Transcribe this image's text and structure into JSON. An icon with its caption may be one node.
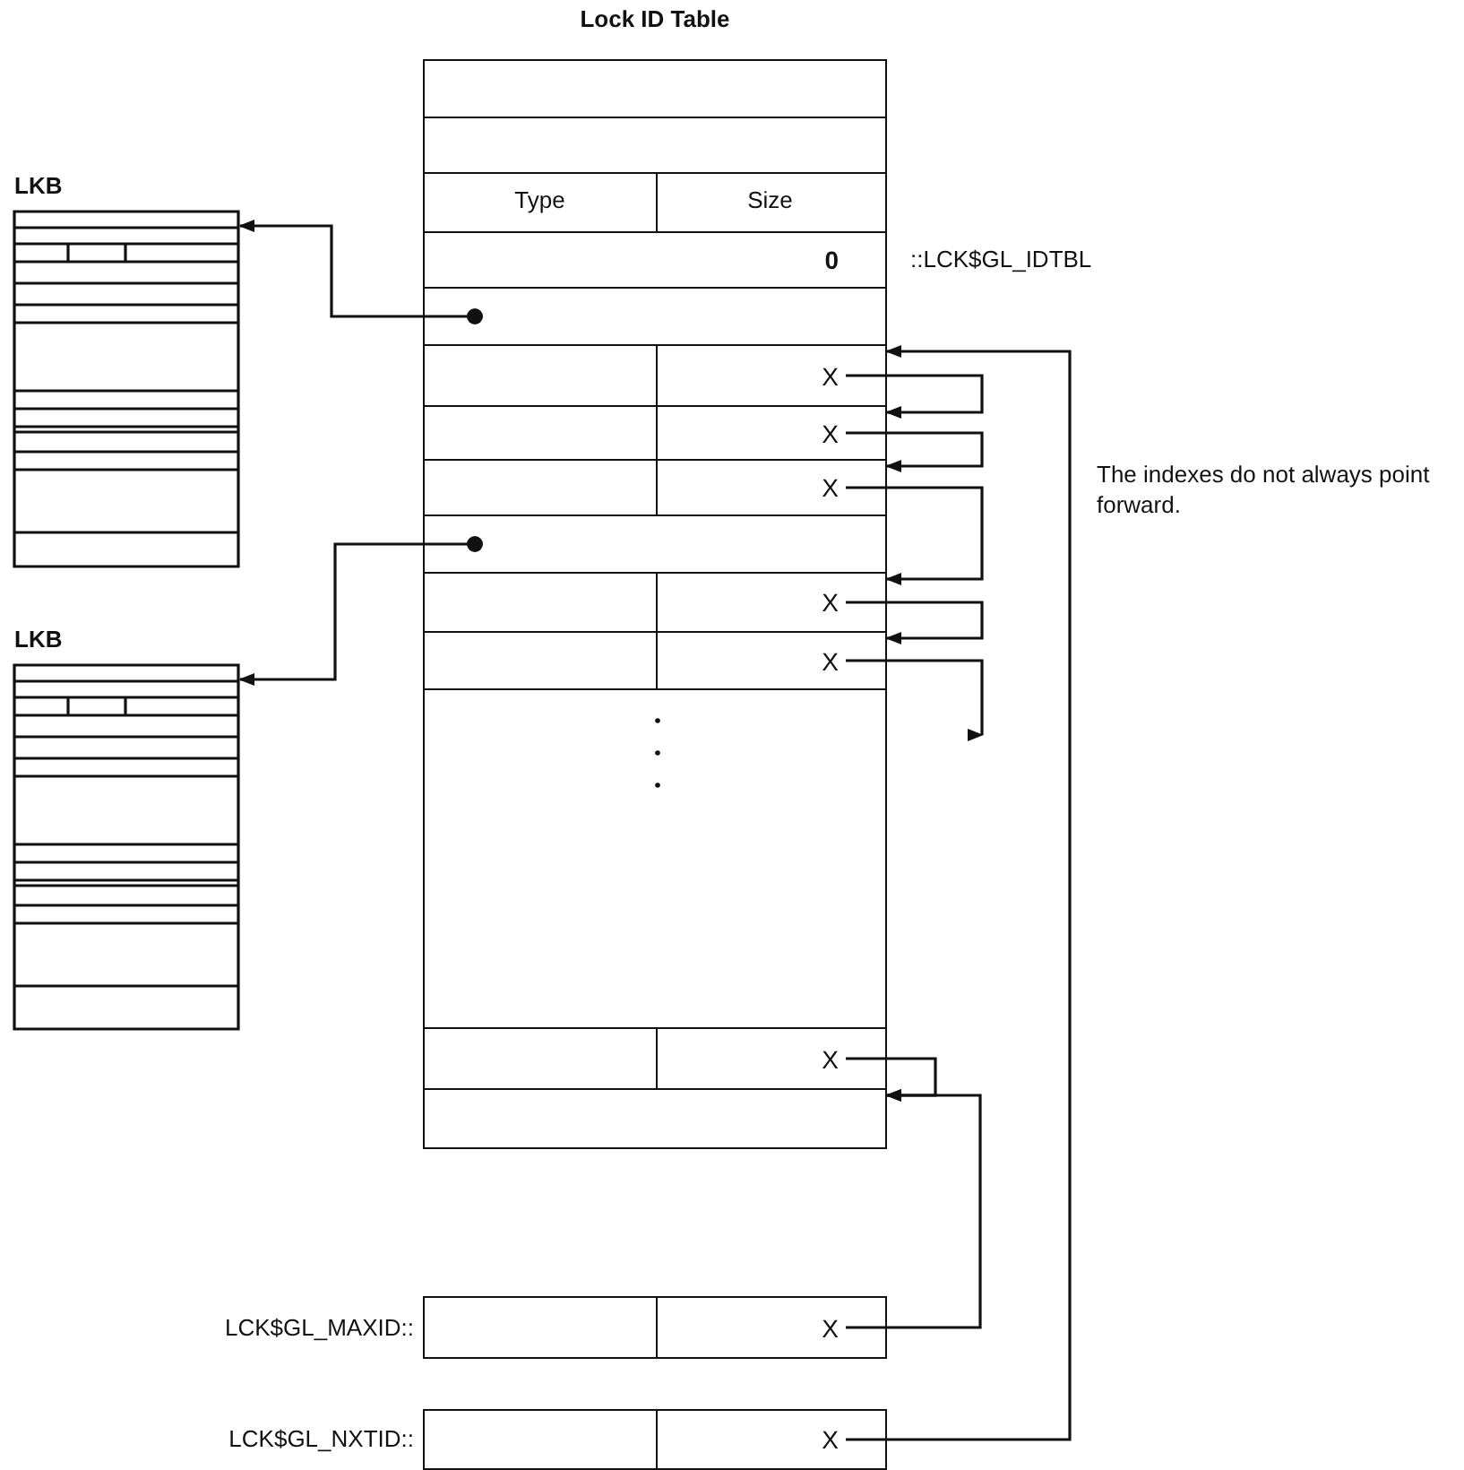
{
  "diagram": {
    "nodes": [
      {
        "text": [
          "Lock ID Table"
        ]
      },
      {
        "text": [],
        "shape": "box",
        "in": 0
      },
      {
        "text": [],
        "shape": "box",
        "in": 0
      },
      {
        "text": [
          "Type",
          "Size"
        ],
        "in": 0
      },
      {
        "text": [
          "0"
        ],
        "beside": [
          "::LCK$GL_IDTBL"
        ],
        "in": 0
      },
      {
        "text": [],
        "shape": "box",
        "in": 0
      },
      {
        "text": [
          "X"
        ],
        "in": 0
      },
      {
        "text": [
          "X"
        ],
        "in": 0
      },
      {
        "text": [
          "X"
        ],
        "in": 0
      },
      {
        "text": [],
        "shape": "box",
        "in": 0
      },
      {
        "text": [
          "X"
        ],
        "in": 0
      },
      {
        "text": [
          "X"
        ],
        "in": 0
      },
      {
        "text": [],
        "shape": "box",
        "in": 0
      },
      {
        "text": [
          "X"
        ],
        "in": 0
      },
      {
        "text": [],
        "shape": "box",
        "in": 0
      },
      {
        "text": [
          "X"
        ],
        "beside": [
          "LCK$GL_MAXID::"
        ]
      },
      {
        "text": [
          "X"
        ],
        "beside": [
          "LCK$GL_NXTID::"
        ]
      },
      {
        "text": [
          "LKB"
        ]
      },
      {
        "text": [
          "LKB"
        ]
      }
    ],
    "edges": [
      {
        "from": 5,
        "to": 17,
        "arrow": "to"
      },
      {
        "from": 9,
        "to": 18,
        "arrow": "to"
      },
      {
        "from": 6,
        "to": 7,
        "arrow": "to"
      },
      {
        "from": 7,
        "to": 8,
        "arrow": "to"
      },
      {
        "from": 8,
        "to": 10,
        "arrow": "to"
      },
      {
        "from": 10,
        "to": 11,
        "arrow": "to"
      },
      {
        "from": 11,
        "to": null,
        "arrow": "to"
      },
      {
        "from": 13,
        "to": 14,
        "arrow": "to"
      },
      {
        "from": 15,
        "to": 14,
        "arrow": "to"
      },
      {
        "from": 16,
        "to": 6,
        "arrow": "to"
      }
    ],
    "labels": [
      "The indexes do not always point forward."
    ]
  }
}
